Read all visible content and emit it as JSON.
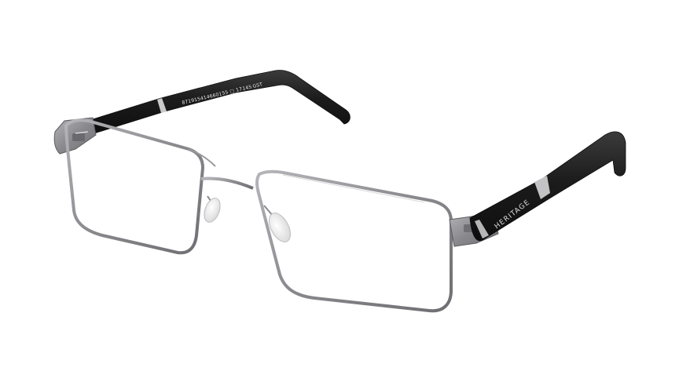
{
  "product": {
    "kind": "metal rectangular eyeglasses frame",
    "brand_print": "HERITAGE",
    "temple_inner_print": {
      "code": "8719154146601",
      "size": "55 □ 17",
      "temple_length": "145",
      "color_code": "GST"
    }
  },
  "colors": {
    "background": "#ffffff",
    "frame_metal": "#8a8a8e",
    "frame_metal_highlight": "#c9c9cc",
    "temple_black": "#1e1e1e",
    "temple_sheen": "#3a3a3a",
    "nose_pad": "#e9e9e9"
  }
}
